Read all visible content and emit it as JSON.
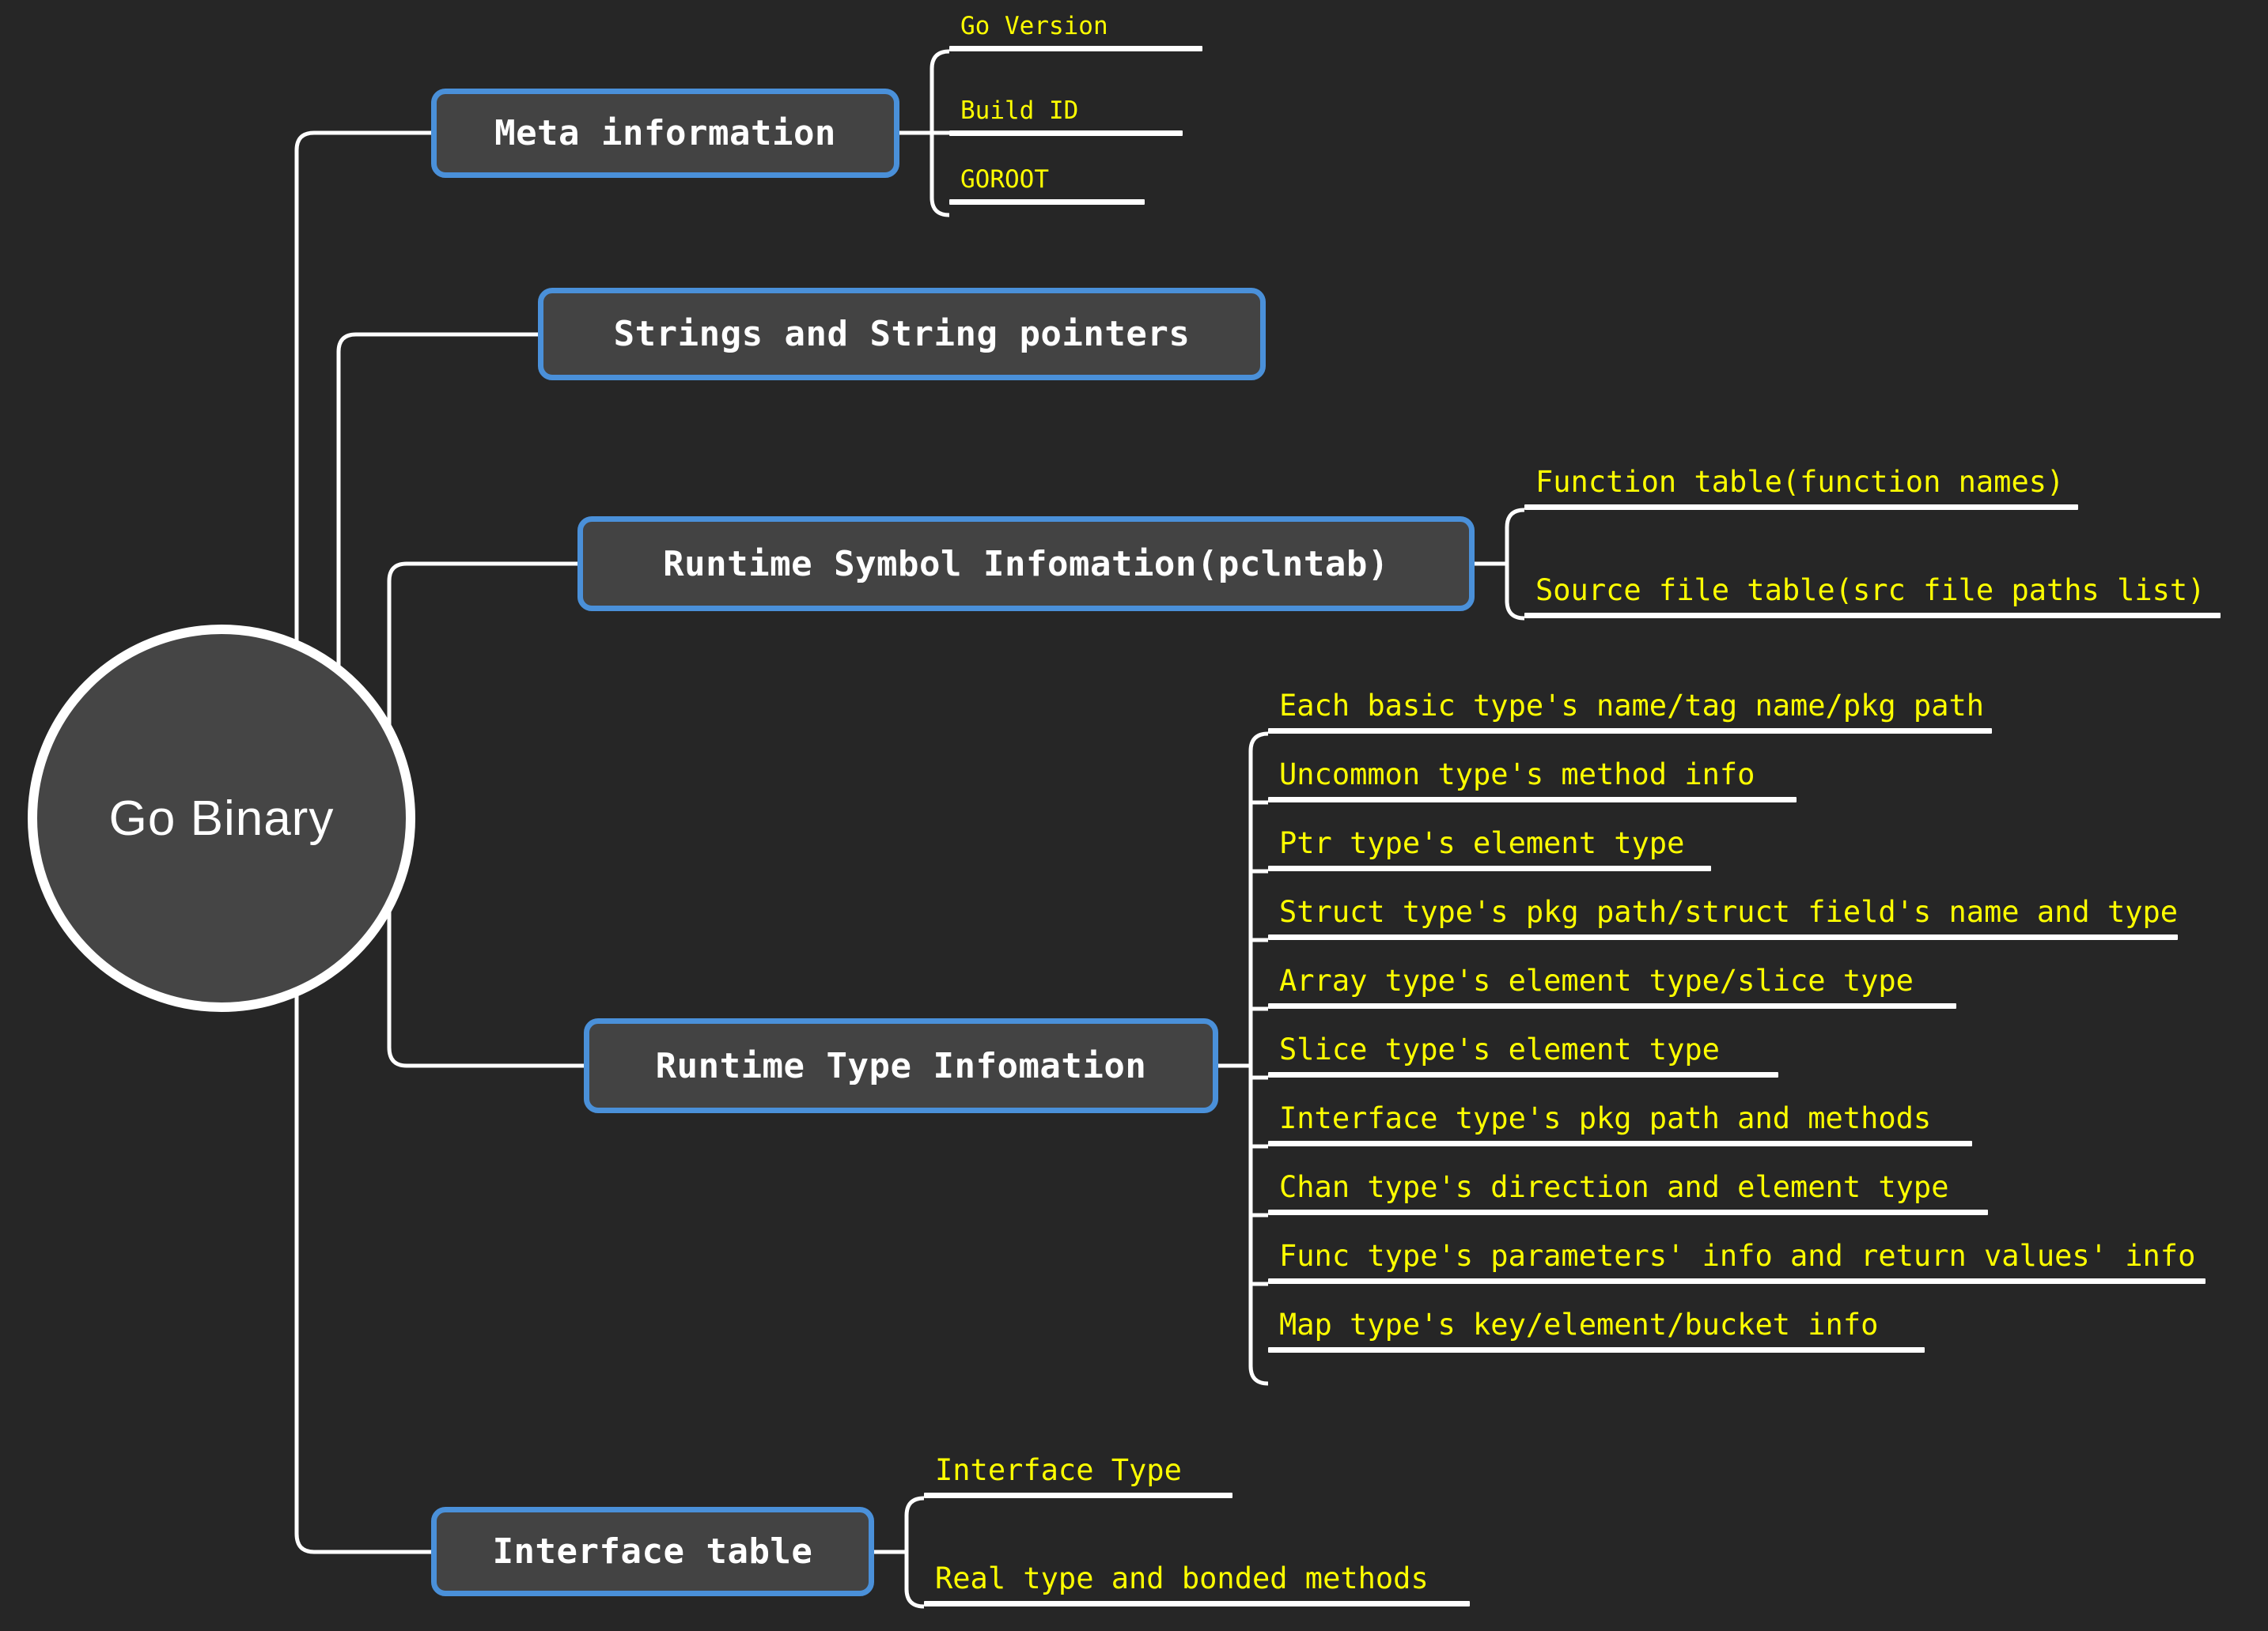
{
  "diagram": {
    "title": "Go Binary structure mind map",
    "background_color": "#262626",
    "accent_color": "#4a90d9",
    "leaf_text_color": "#ffff00",
    "edge_color": "#ffffff",
    "node_fill_color": "#434343"
  },
  "root": {
    "label": "Go Binary"
  },
  "branches": [
    {
      "id": "meta-information",
      "label": "Meta information",
      "children": [
        {
          "id": "go-version",
          "label": "Go Version"
        },
        {
          "id": "build-id",
          "label": "Build ID"
        },
        {
          "id": "goroot",
          "label": "GOROOT"
        }
      ]
    },
    {
      "id": "strings-and-string-pointers",
      "label": "Strings and String pointers",
      "children": []
    },
    {
      "id": "runtime-symbol-information",
      "label": "Runtime Symbol Infomation(pclntab)",
      "children": [
        {
          "id": "function-table",
          "label": "Function table(function names)"
        },
        {
          "id": "source-file-table",
          "label": "Source file table(src file paths list)"
        }
      ]
    },
    {
      "id": "runtime-type-information",
      "label": "Runtime Type Infomation",
      "children": [
        {
          "id": "basic-type",
          "label": "Each basic type's name/tag name/pkg path"
        },
        {
          "id": "uncommon-type",
          "label": "Uncommon type's method info"
        },
        {
          "id": "ptr-type",
          "label": "Ptr type's element type"
        },
        {
          "id": "struct-type",
          "label": "Struct type's pkg path/struct field's name and type"
        },
        {
          "id": "array-type",
          "label": "Array type's element type/slice type"
        },
        {
          "id": "slice-type",
          "label": "Slice type's element type"
        },
        {
          "id": "interface-type",
          "label": "Interface type's pkg path and methods"
        },
        {
          "id": "chan-type",
          "label": "Chan type's direction and element type"
        },
        {
          "id": "func-type",
          "label": "Func type's parameters' info and return values' info"
        },
        {
          "id": "map-type",
          "label": "Map type's key/element/bucket info"
        }
      ]
    },
    {
      "id": "interface-table",
      "label": "Interface table",
      "children": [
        {
          "id": "interface-type-entry",
          "label": "Interface Type"
        },
        {
          "id": "real-type-methods",
          "label": "Real type and bonded methods"
        }
      ]
    }
  ]
}
